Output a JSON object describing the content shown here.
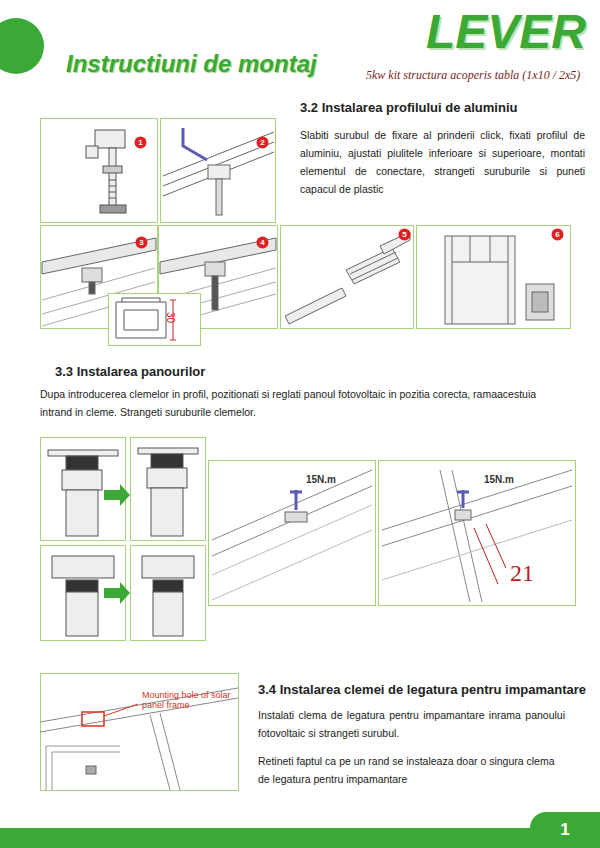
{
  "diagram": {
    "title": "Instructiuni de montaj",
    "nodes": [
      {
        "text": [
          "1"
        ]
      },
      {
        "text": [
          "2"
        ]
      },
      {
        "text": [
          "3"
        ]
      },
      {
        "text": [
          "4"
        ]
      },
      {
        "text": [
          "5"
        ]
      },
      {
        "text": [
          "6"
        ]
      },
      {
        "text": [
          "1"
        ]
      }
    ],
    "labels": [
      "LEVER",
      "5kw kit structura acoperis tabla (1x10 / 2x5)",
      "3.2 Instalarea profilului de aluminiu",
      "Slabiti surubul de fixare al prinderii click, fixati profilul de aluminiu, ajustati piulitele inferioare si superioare, montati elementul de conectare, strangeti suruburile si puneti capacul de plastic",
      "30",
      "3.3 Instalarea panourilor",
      "Dupa introducerea clemelor in profil, pozitionati si reglati panoul fotovoltaic in pozitia corecta, ramaacestuia intrand in cleme. Strangeti suruburile clemelor.",
      "15N.m",
      "15N.m",
      "21",
      "Mounting hole of solar panel frame",
      "3.4 Instalarea clemei de legatura pentru impamantare",
      "Instalati clema de legatura pentru impamantare inrama panoului fotovoltaic si strangeti surubul.",
      "Retineti faptul ca pe un rand se instaleaza doar o singura clema de legatura pentru impamantare"
    ]
  }
}
